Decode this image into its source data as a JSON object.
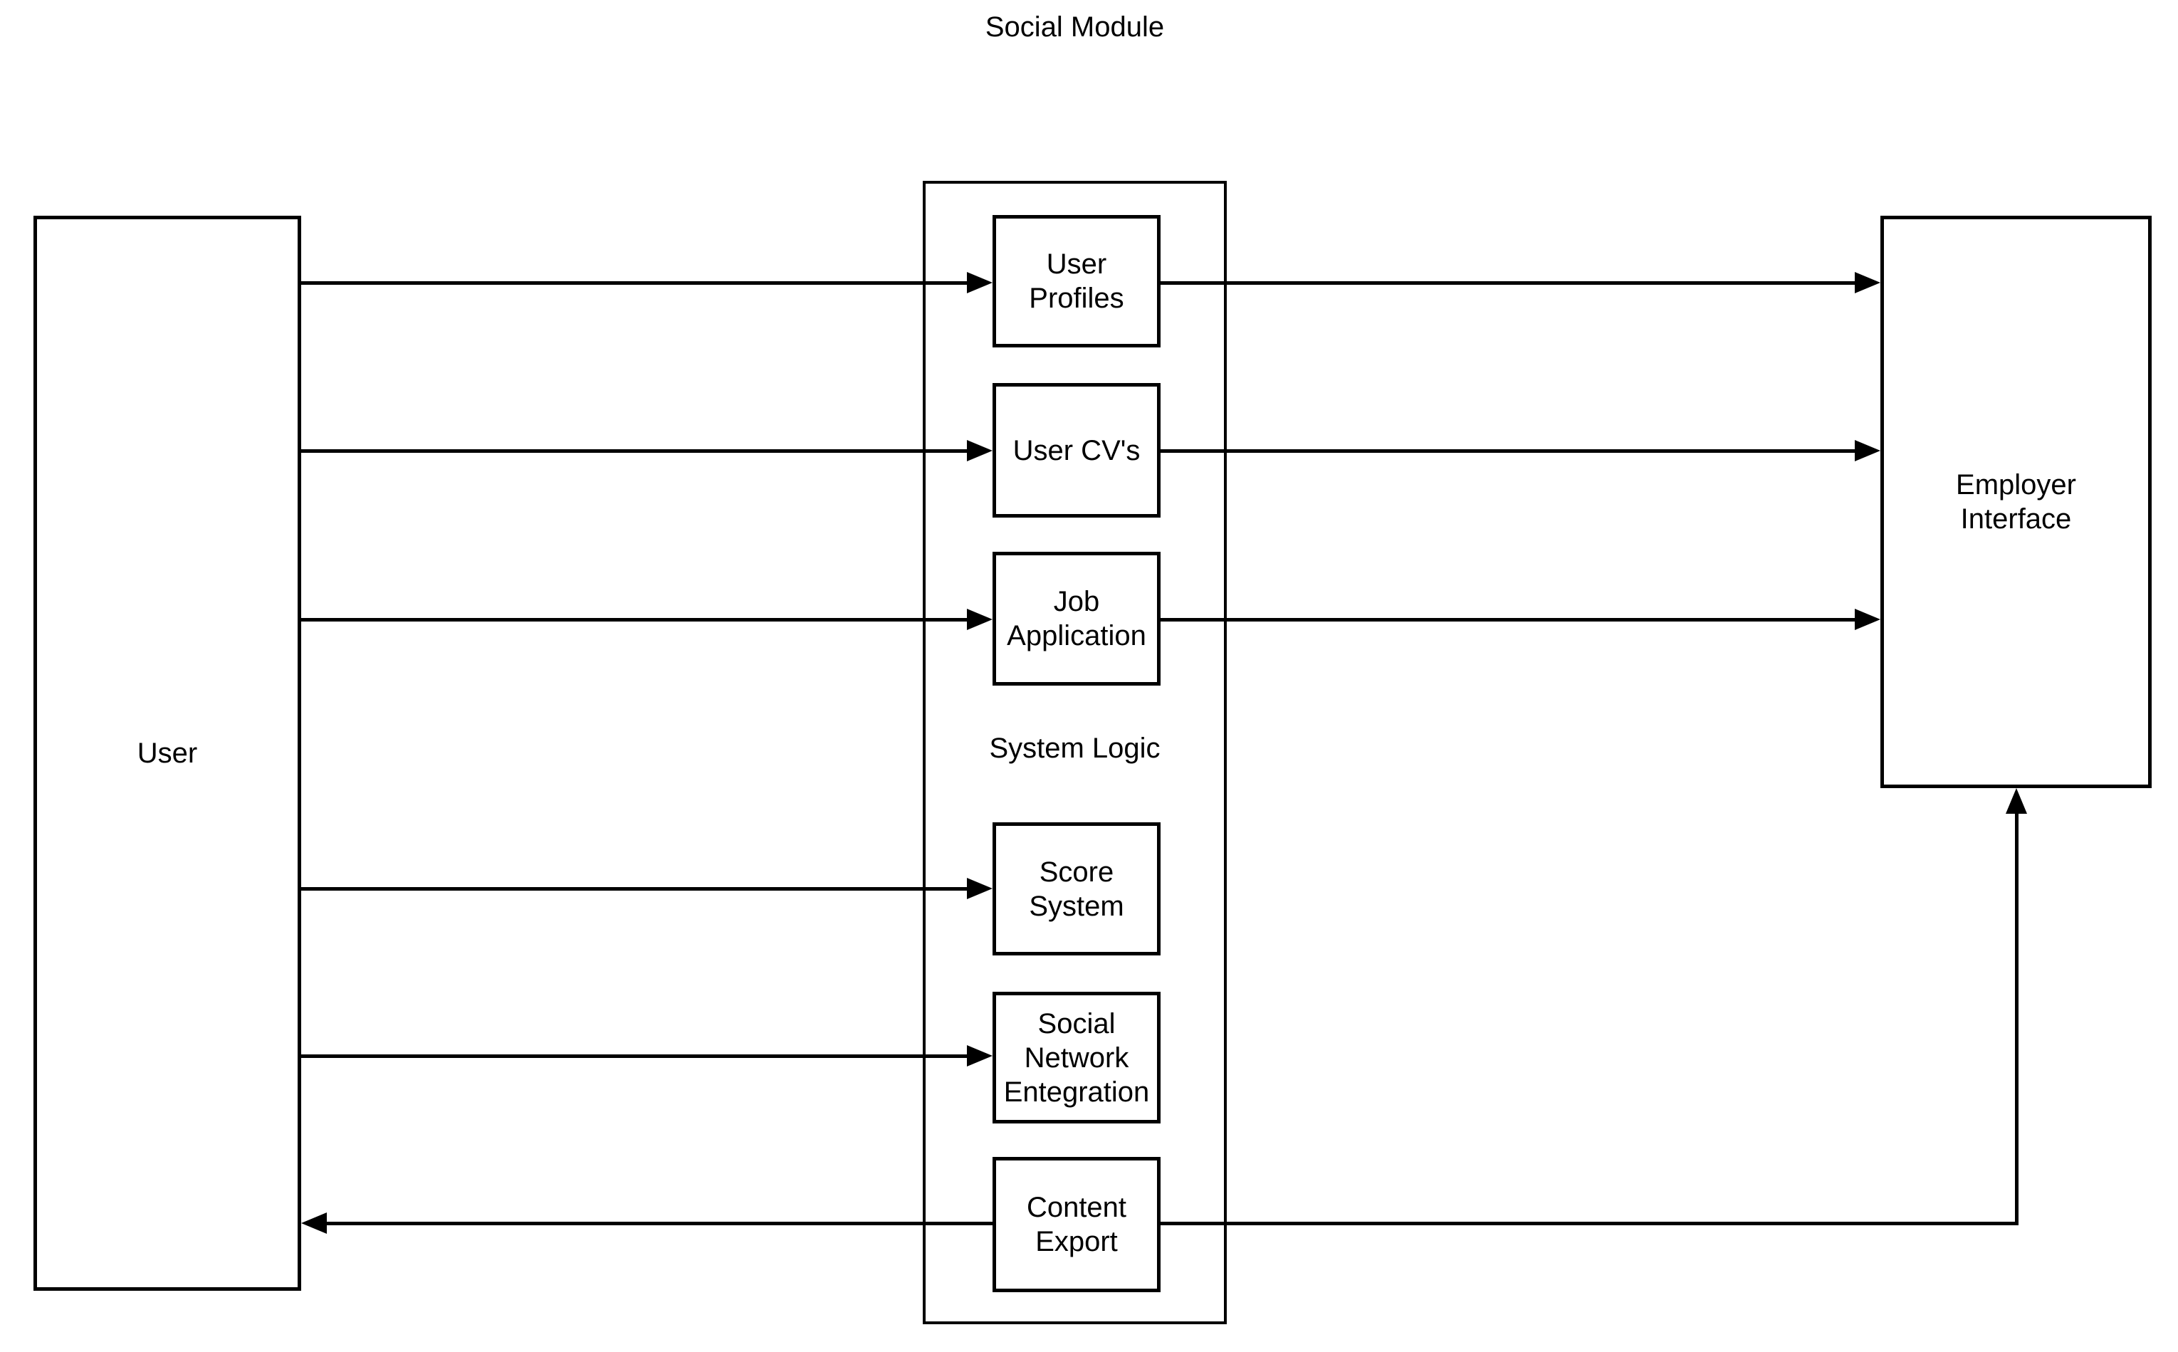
{
  "diagram": {
    "title": "Social Module",
    "nodes": {
      "user": {
        "label": "User"
      },
      "employer_interface": {
        "label": "Employer\nInterface"
      },
      "system_logic_label": "System Logic",
      "modules": [
        {
          "id": "user-profiles",
          "label": "User\nProfiles"
        },
        {
          "id": "user-cvs",
          "label": "User CV's"
        },
        {
          "id": "job-application",
          "label": "Job\nApplication"
        },
        {
          "id": "score-system",
          "label": "Score\nSystem"
        },
        {
          "id": "social-network-entegration",
          "label": "Social\nNetwork\nEntegration"
        },
        {
          "id": "content-export",
          "label": "Content\nExport"
        }
      ]
    },
    "edges": [
      {
        "from": "User",
        "to": "User Profiles",
        "arrow": "right"
      },
      {
        "from": "User",
        "to": "User CV's",
        "arrow": "right"
      },
      {
        "from": "User",
        "to": "Job Application",
        "arrow": "right"
      },
      {
        "from": "User",
        "to": "Score System",
        "arrow": "right"
      },
      {
        "from": "User",
        "to": "Social Network Entegration",
        "arrow": "right"
      },
      {
        "from": "User Profiles",
        "to": "Employer Interface",
        "arrow": "right"
      },
      {
        "from": "User CV's",
        "to": "Employer Interface",
        "arrow": "right"
      },
      {
        "from": "Job Application",
        "to": "Employer Interface",
        "arrow": "right"
      },
      {
        "from": "Content Export",
        "to": "User",
        "arrow": "left"
      },
      {
        "from": "Content Export",
        "to": "Employer Interface",
        "arrow": "up"
      }
    ],
    "colors": {
      "line": "#000000",
      "background": "#ffffff"
    }
  }
}
